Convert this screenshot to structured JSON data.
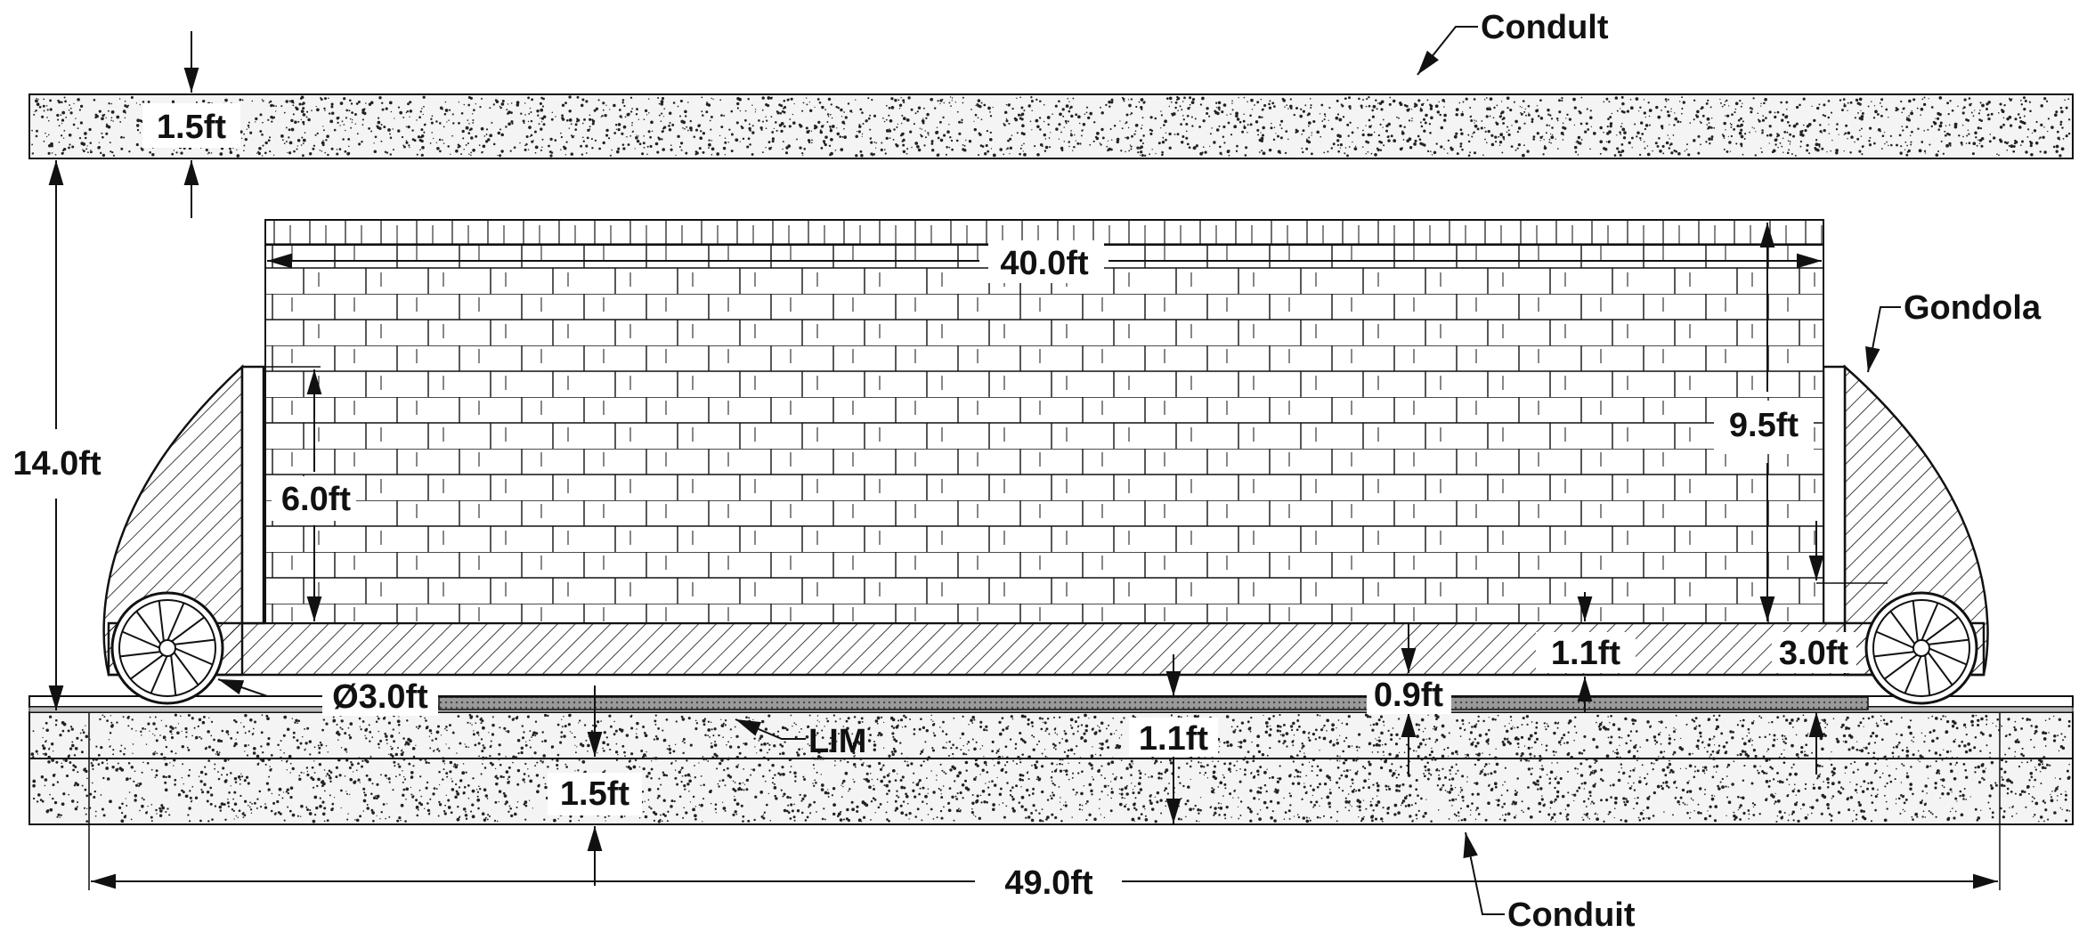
{
  "labels": {
    "conduit_top": "Condult",
    "conduit_bottom": "Conduit",
    "gondola": "Gondola",
    "lim": "LIM"
  },
  "dimensions": {
    "top_slab_thickness": "1.5ft",
    "overall_height": "14.0ft",
    "cargo_length": "40.0ft",
    "cargo_height": "9.5ft",
    "side_wall_height": "6.0ft",
    "floor_thickness": "1.1ft",
    "wheel_height": "3.0ft",
    "wheel_diameter": "Ø3.0ft",
    "lim_gap": "0.9ft",
    "lim_height": "1.1ft",
    "base_slab_thickness": "1.5ft",
    "overall_length": "49.0ft"
  },
  "colors": {
    "ink": "#111111",
    "concrete_fill": "#f4f4f4",
    "background": "#ffffff"
  }
}
